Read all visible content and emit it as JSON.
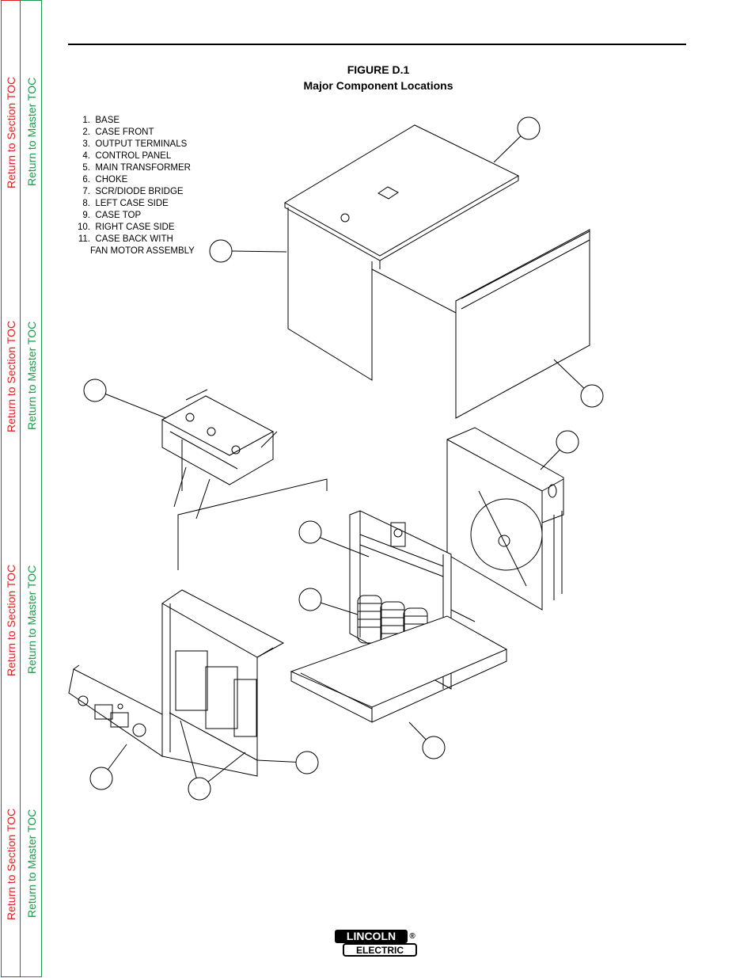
{
  "sidebar": {
    "section_toc_label": "Return to Section TOC",
    "master_toc_label": "Return to Master TOC"
  },
  "figure": {
    "title_line1": "FIGURE D.1",
    "title_line2": "Major Component Locations"
  },
  "legend": {
    "items": [
      {
        "num": "1.",
        "label": "BASE"
      },
      {
        "num": "2.",
        "label": "CASE FRONT"
      },
      {
        "num": "3.",
        "label": "OUTPUT TERMINALS"
      },
      {
        "num": "4.",
        "label": "CONTROL PANEL"
      },
      {
        "num": "5.",
        "label": "MAIN TRANSFORMER"
      },
      {
        "num": "6.",
        "label": "CHOKE"
      },
      {
        "num": "7.",
        "label": "SCR/DIODE BRIDGE"
      },
      {
        "num": "8.",
        "label": "LEFT CASE SIDE"
      },
      {
        "num": "9.",
        "label": "CASE TOP"
      },
      {
        "num": "10.",
        "label": "RIGHT CASE SIDE"
      },
      {
        "num": "11.",
        "label": "CASE BACK WITH"
      }
    ],
    "continuation": "FAN MOTOR ASSEMBLY"
  },
  "logo": {
    "line1": "LINCOLN",
    "registered": "®",
    "line2": "ELECTRIC"
  },
  "colors": {
    "section_toc": "#e0201f",
    "master_toc": "#1a9a4a"
  }
}
